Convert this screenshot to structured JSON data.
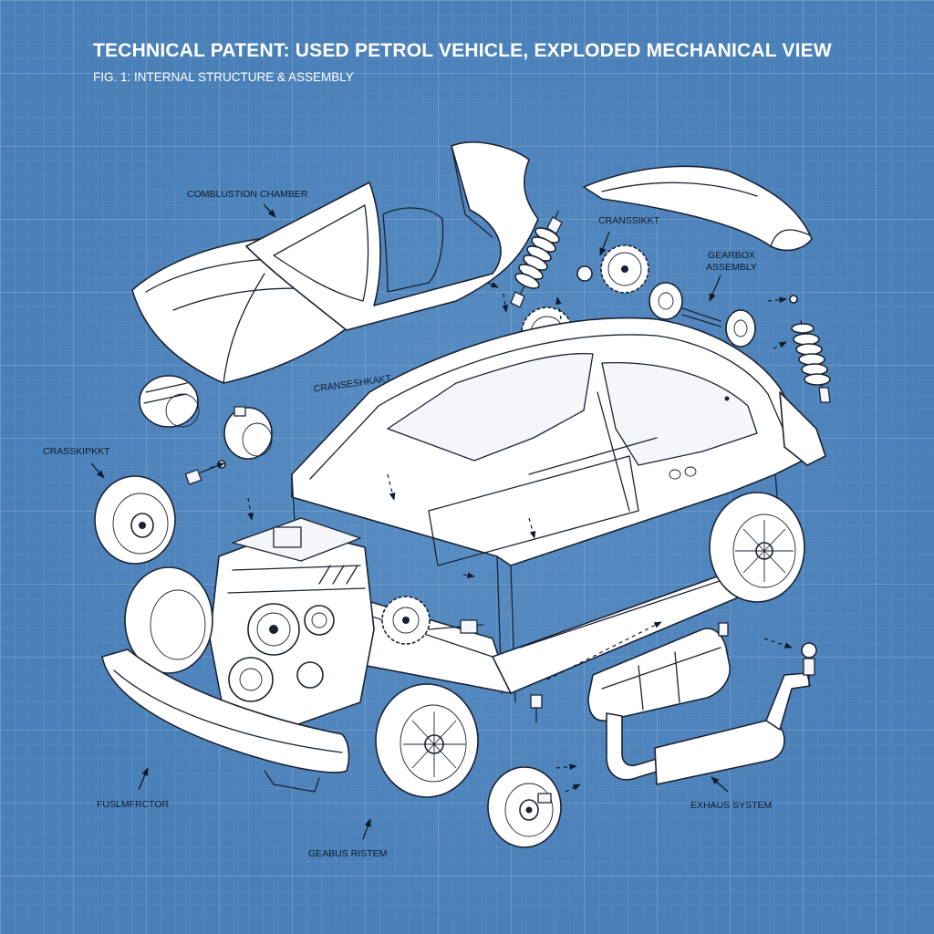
{
  "header": {
    "title": "TECHNICAL PATENT: USED PETROL VEHICLE, EXPLODED MECHANICAL VIEW",
    "subtitle": "FIG. 1: INTERNAL STRUCTURE & ASSEMBLY"
  },
  "labels": {
    "combustion_chamber": "COMBLUSTION CHAMBER",
    "crankshaft_top": "CRANSSIKKT",
    "gearbox_line1": "GEARBOX",
    "gearbox_line2": "ASSEMBLY",
    "crankshaft_hood": "CRANSESHKAKT",
    "crankshaft_left": "CRASSKIPKKT",
    "fuel_injector": "FUSLMFRCTOR",
    "gearbus_system": "GEABUS RISTEM",
    "exhaust_system": "EXHAUS SYSTEM"
  },
  "colors": {
    "background": "#4a80b8",
    "line": "#1a2232",
    "part_fill": "#ffffff",
    "title_text": "#ffffff",
    "label_text": "#0d1b2e"
  }
}
